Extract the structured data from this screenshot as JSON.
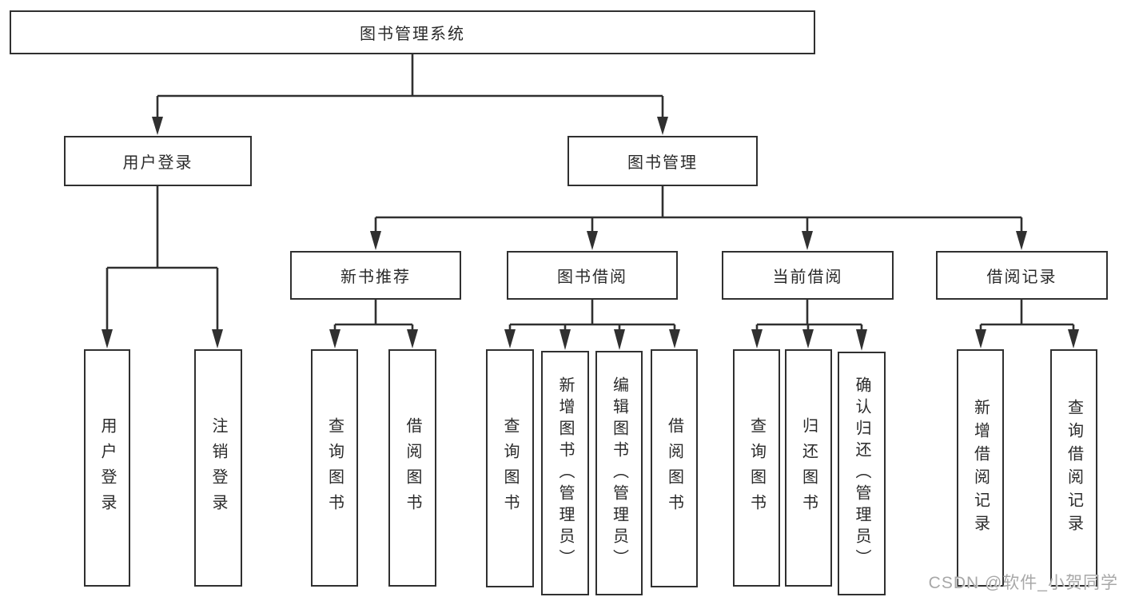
{
  "diagram": {
    "title_node": {
      "label": "图书管理系统"
    },
    "level2": [
      {
        "label": "用户登录"
      },
      {
        "label": "图书管理"
      }
    ],
    "level3": [
      {
        "label": "新书推荐"
      },
      {
        "label": "图书借阅"
      },
      {
        "label": "当前借阅"
      },
      {
        "label": "借阅记录"
      }
    ],
    "leaves": {
      "login": [
        "用户登录",
        "注销登录"
      ],
      "newbook": [
        "查询图书",
        "借阅图书"
      ],
      "borrow": [
        "查询图书",
        "新增图书（管理员）",
        "编辑图书（管理员）",
        "借阅图书"
      ],
      "current": [
        "查询图书",
        "归还图书",
        "确认归还（管理员）"
      ],
      "records": [
        "新增借阅记录",
        "查询借阅记录"
      ]
    }
  },
  "watermark": "CSDN @软件_小贺同学",
  "colors": {
    "line": "#303030",
    "boxfill": "#ffffff",
    "bg": "#ffffff",
    "watermark": "#a8a8a8"
  }
}
